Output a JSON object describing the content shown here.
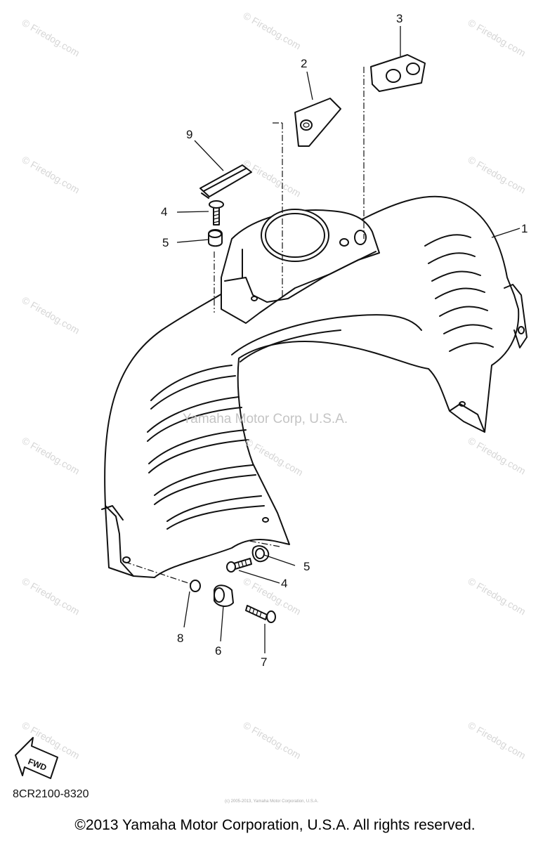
{
  "diagram": {
    "callouts": [
      {
        "id": "1",
        "text": "1"
      },
      {
        "id": "2",
        "text": "2"
      },
      {
        "id": "3",
        "text": "3"
      },
      {
        "id": "4a",
        "text": "4"
      },
      {
        "id": "5a",
        "text": "5"
      },
      {
        "id": "9",
        "text": "9"
      },
      {
        "id": "5b",
        "text": "5"
      },
      {
        "id": "4b",
        "text": "4"
      },
      {
        "id": "8",
        "text": "8"
      },
      {
        "id": "6",
        "text": "6"
      },
      {
        "id": "7",
        "text": "7"
      }
    ],
    "fwd_label": "FWD",
    "part_number": "8CR2100-8320",
    "watermark_center": "Yamaha Motor Corp, U.S.A.",
    "watermark_site": "© Firedog.com",
    "watermark_tiny": "(c) 2005-2013, Yamaha Motor Corporation, U.S.A."
  },
  "footer": {
    "copyright": "©2013 Yamaha Motor Corporation, U.S.A. All rights reserved."
  }
}
